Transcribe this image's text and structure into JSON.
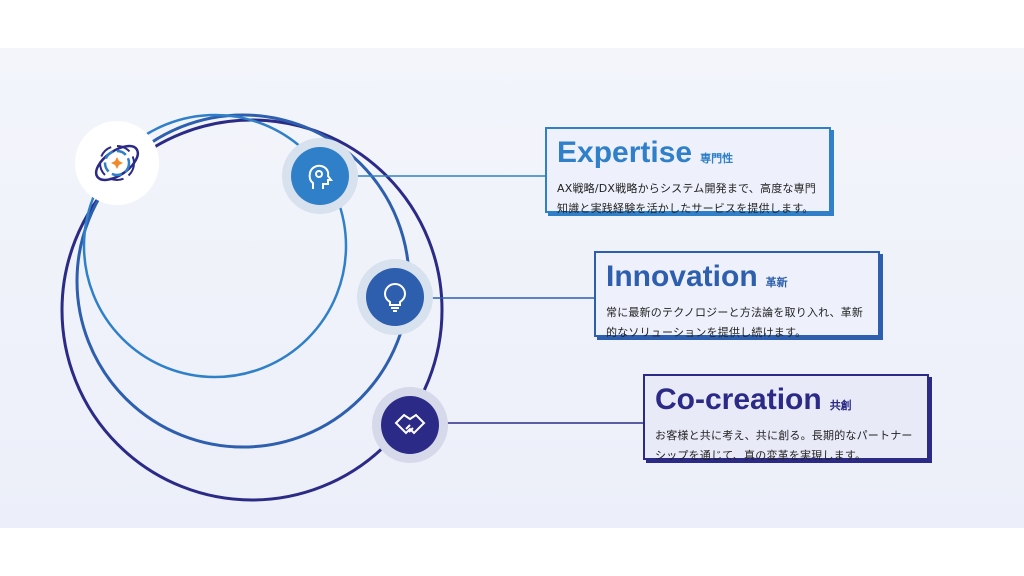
{
  "colors": {
    "expertise": "#2f80c8",
    "innovation": "#2d5fae",
    "cocreation": "#2b2a86",
    "accent": "#f08a2a"
  },
  "logo": {
    "icon": "orbit-globe-icon"
  },
  "items": [
    {
      "title": "Expertise",
      "subtitle": "専門性",
      "line1": "AX戦略/DX戦略からシステム開発まで、高度な専門",
      "line2": "知識と実践経験を活かしたサービスを提供します。",
      "icon": "head-gear-icon"
    },
    {
      "title": "Innovation",
      "subtitle": "革新",
      "line1": "常に最新のテクノロジーと方法論を取り入れ、革新",
      "line2": "的なソリューションを提供し続けます。",
      "icon": "lightbulb-icon"
    },
    {
      "title": "Co-creation",
      "subtitle": "共創",
      "line1": "お客様と共に考え、共に創る。長期的なパートナー",
      "line2": "シップを通じて、真の変革を実現します。",
      "icon": "handshake-icon"
    }
  ]
}
